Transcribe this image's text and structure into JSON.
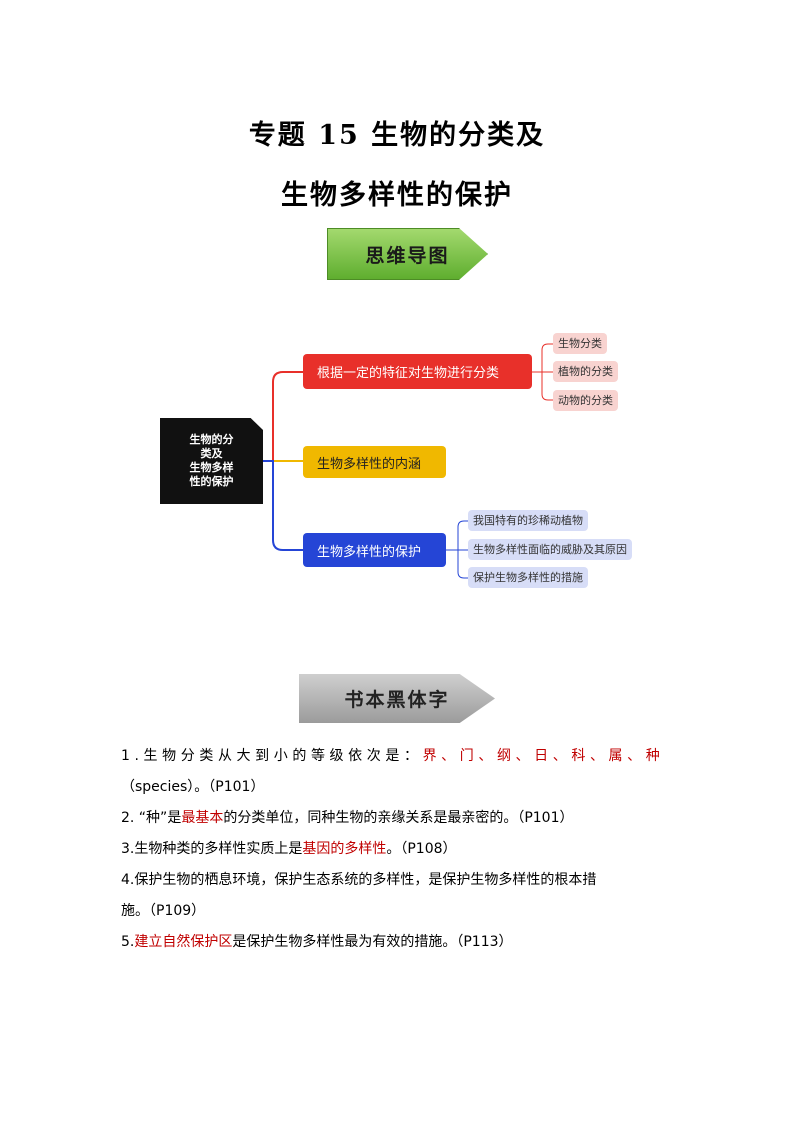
{
  "title_line1": "专题 15  生物的分类及",
  "title_line2": "生物多样性的保护",
  "banner_mindmap": "思维导图",
  "banner_keywords": "书本黑体字",
  "mindmap": {
    "root": "生物的分\n类及\n生物多样\n性的保护",
    "branch1": {
      "label": "根据一定的特征对生物进行分类",
      "leaves": [
        "生物分类",
        "植物的分类",
        "动物的分类"
      ]
    },
    "branch2": {
      "label": "生物多样性的内涵"
    },
    "branch3": {
      "label": "生物多样性的保护",
      "leaves": [
        "我国特有的珍稀动植物",
        "生物多样性面临的威胁及其原因",
        "保护生物多样性的措施"
      ]
    }
  },
  "items": {
    "i1_a": "1.生物分类从大到小的等级依次是：",
    "i1_red": "界、门、纲、日、科、属、种",
    "i1_b": "（species）。（P101）",
    "i2_a": "2. “种”是",
    "i2_red": "最基本",
    "i2_b": "的分类单位，同种生物的亲缘关系是最亲密的。（P101）",
    "i3_a": "3.生物种类的多样性实质上是",
    "i3_red": "基因的多样性",
    "i3_b": "。（P108）",
    "i4_a": "4.保护生物的栖息环境，保护生态系统的多样性，是保护生物多样性的根本措",
    "i4_b": "施。（P109）",
    "i5_num": "5.",
    "i5_red": "建立自然保护区",
    "i5_b": "是保护生物多样性最为有效的措施。（P113）"
  }
}
